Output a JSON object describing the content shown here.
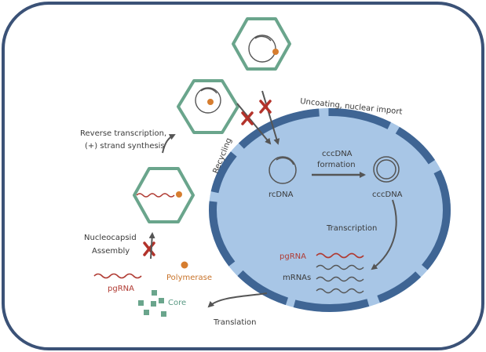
{
  "colors": {
    "cell_border": "#3b5277",
    "nucleus_fill": "#a8c6e6",
    "nucleus_border": "#3f6594",
    "capsid": "#6aa58c",
    "polymerase": "#d67d2f",
    "inhibit_x": "#b3332b",
    "pgrna": "#b03a32",
    "mrna": "#555555",
    "arrow": "#555555"
  },
  "labels": {
    "uncoating": "Uncoating, nuclear import",
    "recycling": "Recycling",
    "rcdna": "rcDNA",
    "cccdna_formation_1": "cccDNA",
    "cccdna_formation_2": "formation",
    "cccdna": "cccDNA",
    "transcription": "Transcription",
    "pgrna_nucleus": "pgRNA",
    "mrnas": "mRNAs",
    "reverse_transcription_1": "Reverse transcription,",
    "reverse_transcription_2": "(+) strand synthesis",
    "nucleocapsid_1": "Nucleocapsid",
    "nucleocapsid_2": "Assembly",
    "polymerase": "Polymerase",
    "pgrna_cytoplasm": "pgRNA",
    "core": "Core",
    "translation": "Translation"
  },
  "icons": {
    "inhibition": "red-x-icon",
    "capsid": "hexagon-capsid-icon",
    "polymerase": "orange-dot-icon",
    "core_protein": "green-square-icon"
  }
}
